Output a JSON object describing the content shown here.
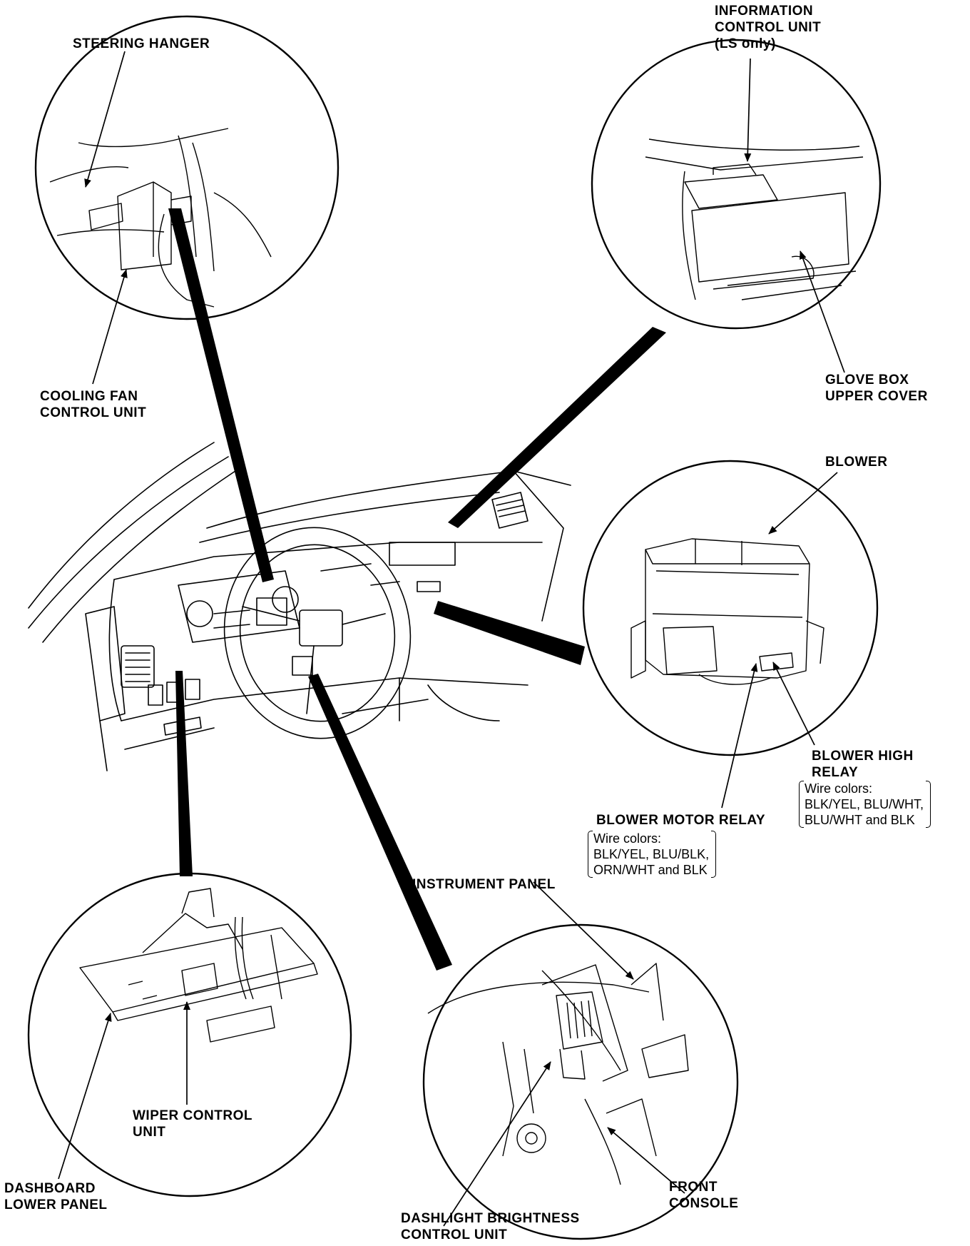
{
  "labels": {
    "steering_hanger": "STEERING HANGER",
    "info_control_unit": [
      "INFORMATION",
      "CONTROL UNIT",
      "(LS only)"
    ],
    "cooling_fan": [
      "COOLING FAN",
      "CONTROL UNIT"
    ],
    "glove_box": [
      "GLOVE BOX",
      "UPPER COVER"
    ],
    "blower": "BLOWER",
    "blower_high_relay": [
      "BLOWER HIGH",
      "RELAY"
    ],
    "blower_high_relay_wires": [
      "Wire colors:",
      "BLK/YEL, BLU/WHT,",
      "BLU/WHT and BLK"
    ],
    "blower_motor_relay": "BLOWER MOTOR RELAY",
    "blower_motor_relay_wires": [
      "Wire colors:",
      "BLK/YEL, BLU/BLK,",
      "ORN/WHT and BLK"
    ],
    "instrument_panel": "INSTRUMENT PANEL",
    "wiper_control": [
      "WIPER CONTROL",
      "UNIT"
    ],
    "dashboard_lower": [
      "DASHBOARD",
      "LOWER PANEL"
    ],
    "front_console": [
      "FRONT",
      "CONSOLE"
    ],
    "dashlight": [
      "DASHLIGHT BRIGHTNESS",
      "CONTROL UNIT"
    ]
  }
}
